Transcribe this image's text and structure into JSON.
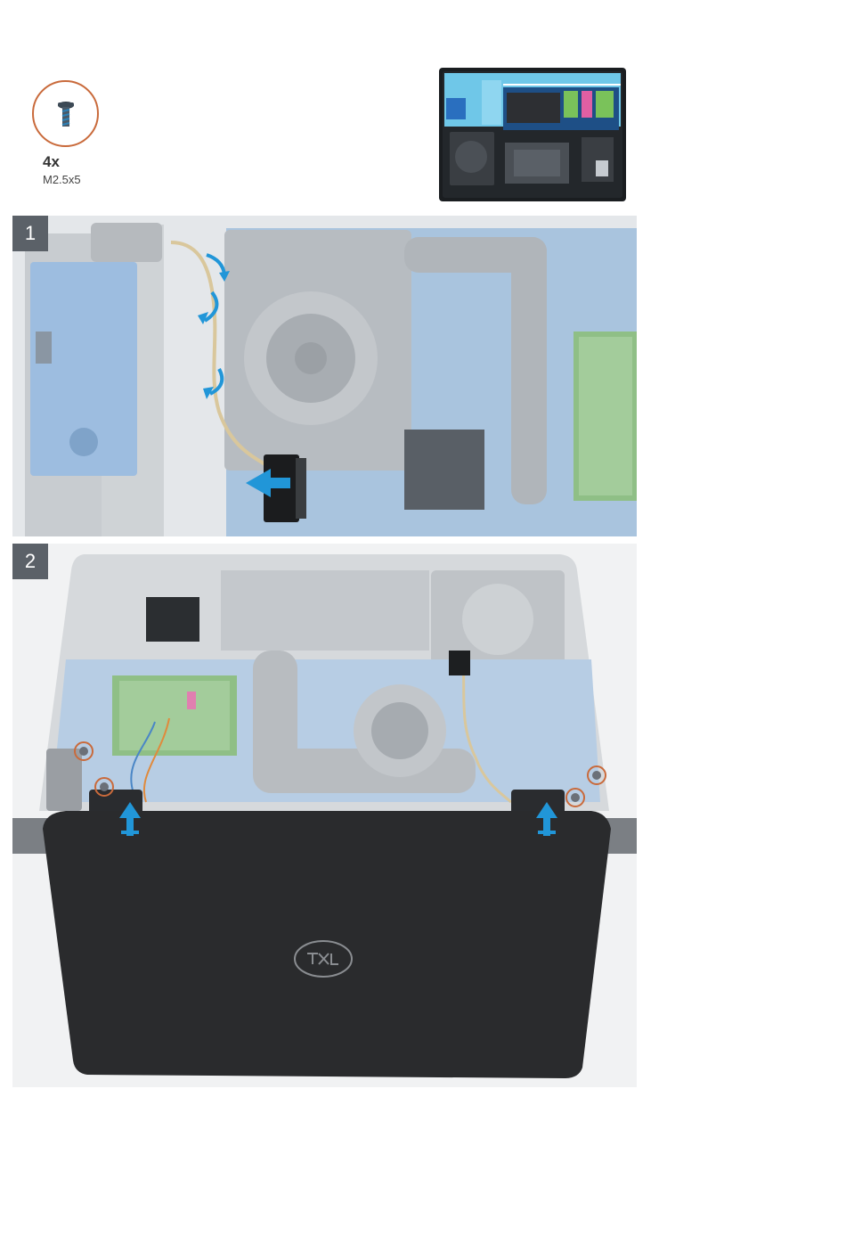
{
  "screw": {
    "quantity": "4x",
    "size": "M2.5x5",
    "icon": "screw-icon"
  },
  "steps": [
    {
      "number": "1"
    },
    {
      "number": "2"
    }
  ],
  "colors": {
    "callout_ring": "#c96a3b",
    "arrow_blue": "#2196d8",
    "step_badge": "#5b6168",
    "board_blue": "#9fbcd8",
    "display_black": "#2a2b2d"
  }
}
